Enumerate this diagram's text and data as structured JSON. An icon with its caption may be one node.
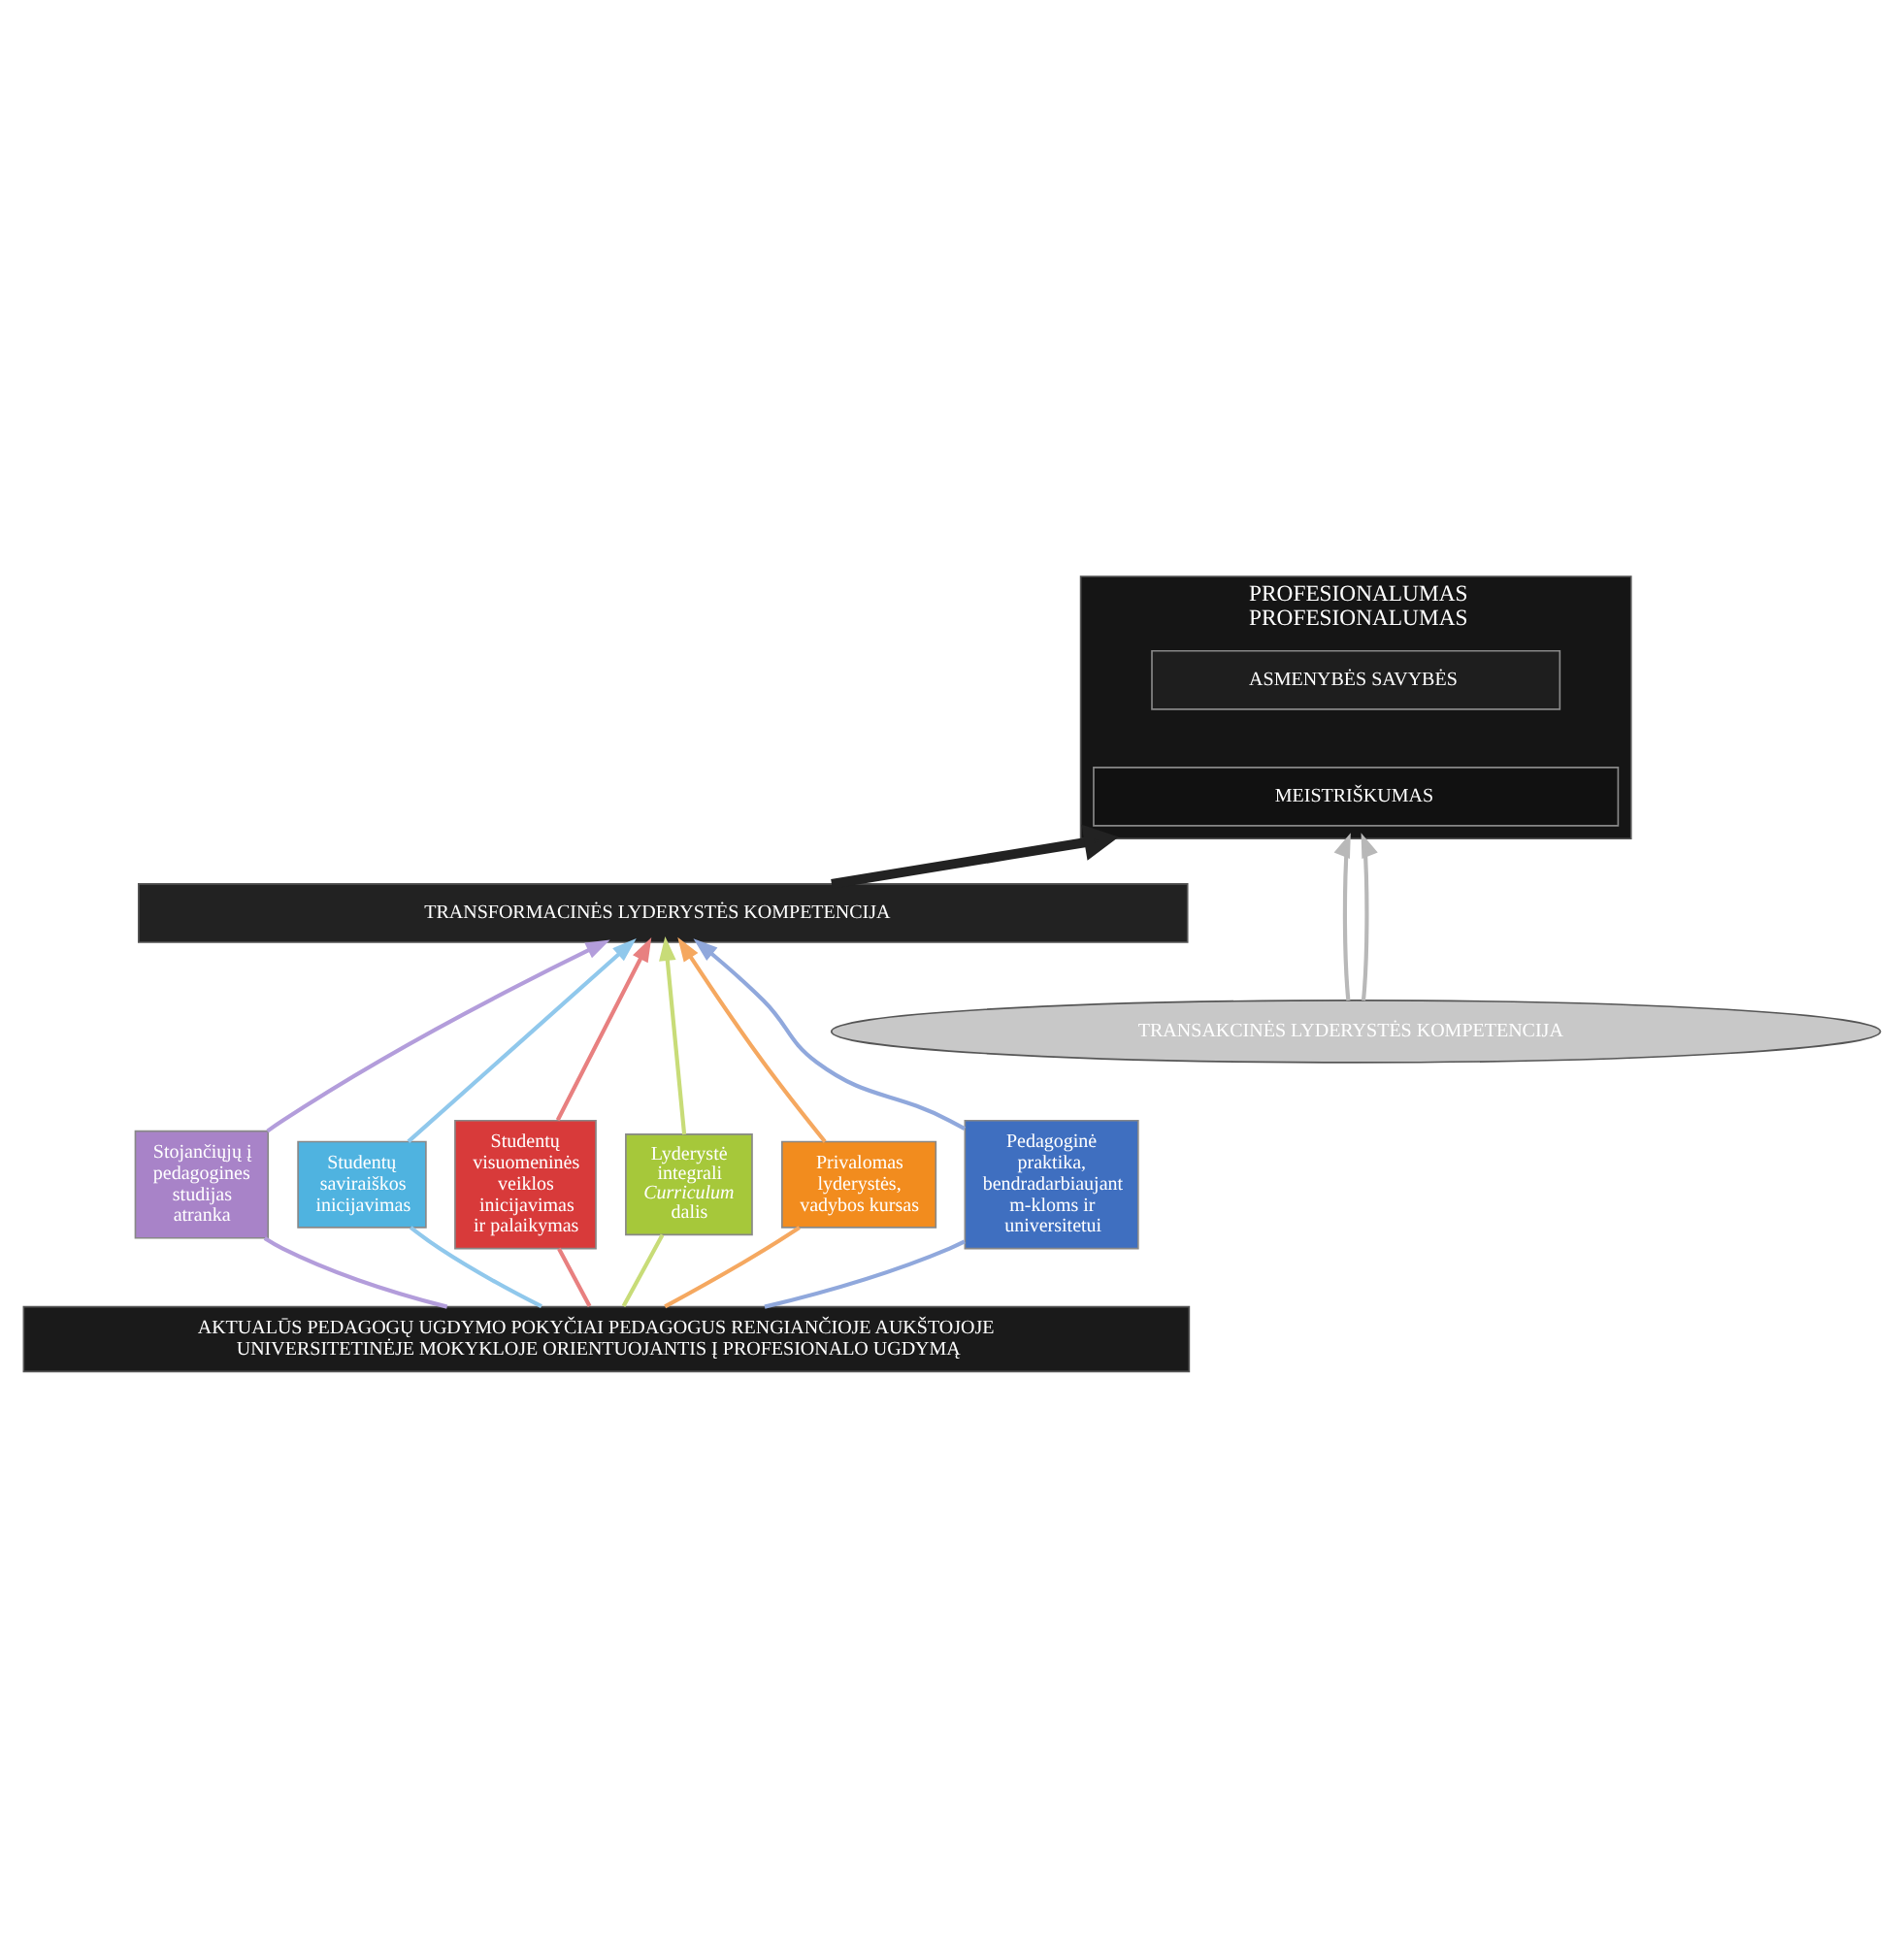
{
  "diagram": {
    "nodes": [
      {
        "text": [
          "PROFESIONALUMAS",
          "PROFESIONALUMAS"
        ]
      },
      {
        "text": [
          "ASMENYBĖS SAVYBĖS"
        ],
        "in": 0
      },
      {
        "text": [
          "MEISTRIŠKUMAS"
        ],
        "in": 0
      },
      {
        "text": [
          "TRANSFORMACINĖS LYDERYSTĖS KOMPETENCIJA"
        ]
      },
      {
        "text": [
          "TRANSAKCINĖS LYDERYSTĖS KOMPETENCIJA"
        ]
      },
      {
        "text": [
          "Stojančiųjų į pedagogines studijas atranka"
        ]
      },
      {
        "text": [
          "Studentų saviraiškos inicijavimas"
        ]
      },
      {
        "text": [
          "Studentų visuomeninės veiklos inicijavimas ir palaikymas"
        ]
      },
      {
        "text": [
          "Lyderystė integrali *Curriculum* dalis"
        ]
      },
      {
        "text": [
          "Privalomas lyderystės, vadybos kursas"
        ]
      },
      {
        "text": [
          "Pedagoginė praktika, bendradarbiaujant m-kloms ir universitetui"
        ]
      },
      {
        "text": [
          "AKTUALŪS PEDAGOGŲ UGDYMO POKYČIAI PEDAGOGUS RENGIANČIOJE AUKŠTOJOJE UNIVERSITETINĖJE MOKYKLOJE ORIENTUOJANTIS Į PROFESIONALO UGDYMĄ"
        ]
      }
    ],
    "edges": [
      {
        "from": 3,
        "to": 0,
        "arrow": "to",
        "style": "thick",
        "color": "#222222"
      },
      {
        "from": 4,
        "to": 0,
        "arrow": "to",
        "color": "#b8b8b8"
      },
      {
        "from": 4,
        "to": 0,
        "arrow": "to",
        "color": "#b8b8b8"
      },
      {
        "from": 11,
        "to": 5,
        "arrow": "none",
        "color": "#b39ddb"
      },
      {
        "from": 11,
        "to": 6,
        "arrow": "none",
        "color": "#90c8ec"
      },
      {
        "from": 11,
        "to": 7,
        "arrow": "none",
        "color": "#e88080"
      },
      {
        "from": 11,
        "to": 8,
        "arrow": "none",
        "color": "#c8dc78"
      },
      {
        "from": 11,
        "to": 9,
        "arrow": "none",
        "color": "#f5a860"
      },
      {
        "from": 11,
        "to": 10,
        "arrow": "none",
        "color": "#90a8dc"
      },
      {
        "from": 5,
        "to": 3,
        "arrow": "to",
        "color": "#b39ddb"
      },
      {
        "from": 6,
        "to": 3,
        "arrow": "to",
        "color": "#90c8ec"
      },
      {
        "from": 7,
        "to": 3,
        "arrow": "to",
        "color": "#e88080"
      },
      {
        "from": 8,
        "to": 3,
        "arrow": "to",
        "color": "#c8dc78"
      },
      {
        "from": 9,
        "to": 3,
        "arrow": "to",
        "color": "#f5a860"
      },
      {
        "from": 10,
        "to": 3,
        "arrow": "to",
        "color": "#90a8dc"
      }
    ]
  }
}
